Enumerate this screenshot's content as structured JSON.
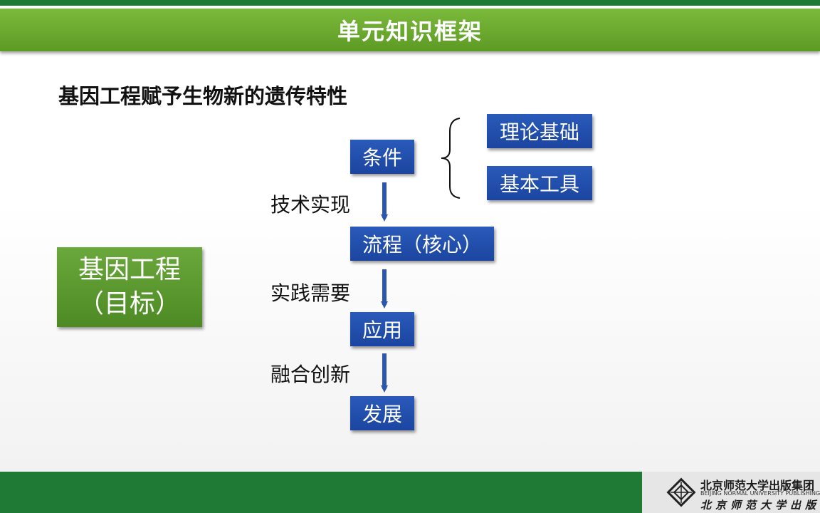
{
  "header": {
    "title": "单元知识框架"
  },
  "subtitle": "基因工程赋予生物新的遗传特性",
  "goal": {
    "line1": "基因工程",
    "line2": "（目标）"
  },
  "flow": {
    "nodes": [
      "条件",
      "流程（核心）",
      "应用",
      "发展"
    ],
    "edge_labels": [
      "技术实现",
      "实践需要",
      "融合创新"
    ]
  },
  "condition_branches": [
    "理论基础",
    "基本工具"
  ],
  "footer": {
    "publisher_cn": "北京师范大学出版集团",
    "publisher_en": "BEIJING NORMAL UNIVERSITY PUBLISHING GROUP",
    "publisher_cn_short": "北京师范大学出版社"
  },
  "colors": {
    "green_bar": "#5c9a24",
    "blue_node": "#1b45a0",
    "dark_green": "#1e7a34"
  }
}
